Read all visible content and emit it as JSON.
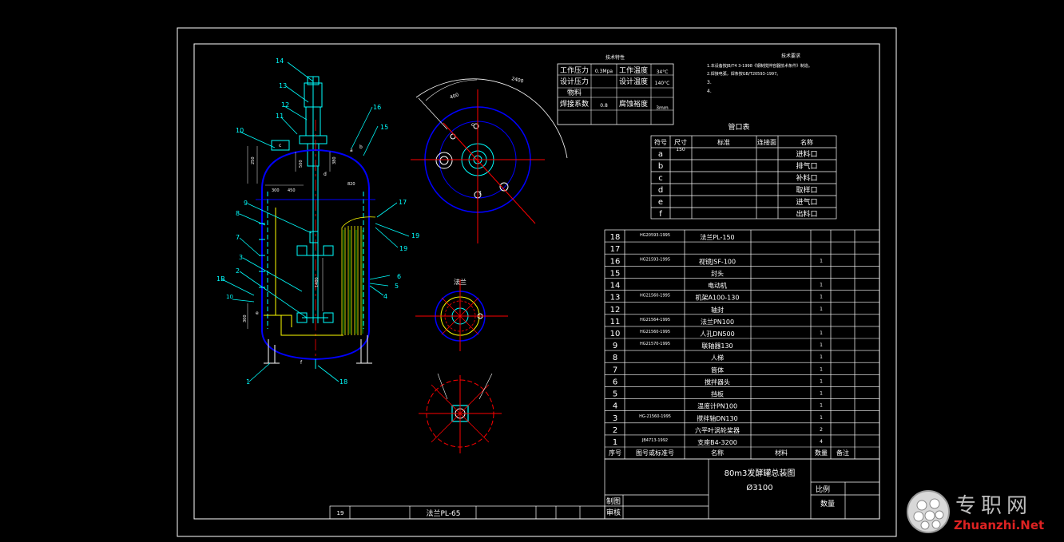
{
  "tech_params": {
    "title": "技术特性",
    "rows": [
      [
        "工作压力",
        "0.3Mpa",
        "工作温度",
        "34°C"
      ],
      [
        "设计压力",
        "",
        "设计温度",
        "140°C"
      ],
      [
        "物料",
        "",
        "",
        ""
      ],
      [
        "焊接系数",
        "0.8",
        "腐蚀裕度",
        "3mm"
      ]
    ]
  },
  "tech_reqs": {
    "title": "技术要求",
    "lines": [
      "1.本设备按JB/T4 3-1998《钢制搅拌容器技术条件》制造。",
      "2.焊接电弧，焊条按GB/T20593-1997。",
      "3.",
      "4."
    ]
  },
  "nozzle_table": {
    "title": "管口表",
    "headers": [
      "符号",
      "尺寸",
      "标准",
      "连接面",
      "名称"
    ],
    "rows": [
      [
        "a",
        "150",
        "",
        "",
        "进料口"
      ],
      [
        "b",
        "",
        "",
        "",
        "排气口"
      ],
      [
        "c",
        "",
        "",
        "",
        "补料口"
      ],
      [
        "d",
        "",
        "",
        "",
        "取样口"
      ],
      [
        "e",
        "",
        "",
        "",
        "进气口"
      ],
      [
        "f",
        "",
        "",
        "",
        "出料口"
      ]
    ]
  },
  "bom": {
    "headers": [
      "序号",
      "图号或标准号",
      "名称",
      "材料",
      "数量",
      "备注"
    ],
    "rows": [
      [
        "18",
        "HG20593-1995",
        "法兰PL-150",
        "",
        ""
      ],
      [
        "17",
        "",
        "",
        "",
        ""
      ],
      [
        "16",
        "HG21593-1995",
        "视镜JSF-100",
        "",
        "1"
      ],
      [
        "15",
        "",
        "封头",
        "",
        ""
      ],
      [
        "14",
        "",
        "电动机",
        "",
        "1"
      ],
      [
        "13",
        "HG21560-1995",
        "机架A100-130",
        "",
        "1"
      ],
      [
        "12",
        "",
        "轴封",
        "",
        "1"
      ],
      [
        "11",
        "HG21564-1995",
        "法兰PN100",
        "",
        ""
      ],
      [
        "10",
        "HG21560-1995",
        "人孔DN500",
        "",
        "1"
      ],
      [
        "9",
        "HG21570-1995",
        "联轴器130",
        "",
        "1"
      ],
      [
        "8",
        "",
        "人梯",
        "",
        "1"
      ],
      [
        "7",
        "",
        "筒体",
        "",
        "1"
      ],
      [
        "6",
        "",
        "搅拌器头",
        "",
        "1"
      ],
      [
        "5",
        "",
        "挡板",
        "",
        "1"
      ],
      [
        "4",
        "",
        "温度计PN100",
        "",
        "1"
      ],
      [
        "3",
        "HG-21560-1995",
        "搅拌轴DN130",
        "",
        "1"
      ],
      [
        "2",
        "",
        "六平叶涡轮桨器",
        "",
        "2"
      ],
      [
        "1",
        "JB4713-1992",
        "支座B4-3200",
        "",
        "4"
      ]
    ]
  },
  "title_block": {
    "name": "80m3发酵罐总装图",
    "dia": "Ø3100",
    "scale_label": "比例",
    "qty_label": "数量",
    "drawn_label": "制图",
    "checked_label": "审核"
  },
  "bottom_strip": {
    "no": "19",
    "name": "法兰PL-65"
  },
  "section_label": "法兰",
  "dims": [
    "2400",
    "400",
    "1400",
    "500",
    "380",
    "300",
    "250",
    "450",
    "300",
    "820"
  ],
  "part_labels": [
    "14",
    "13",
    "12",
    "11",
    "10",
    "16",
    "15",
    "9",
    "8",
    "7",
    "3",
    "2",
    "1B",
    "10",
    "1",
    "18",
    "17",
    "19",
    "19",
    "6",
    "5",
    "4"
  ],
  "nozzle_letters": [
    "a",
    "b",
    "c",
    "d",
    "e",
    "f",
    "c",
    "f"
  ],
  "watermark": {
    "cn": "专职网",
    "en_a": "Zhuanzhi",
    "en_b": ".Net"
  }
}
